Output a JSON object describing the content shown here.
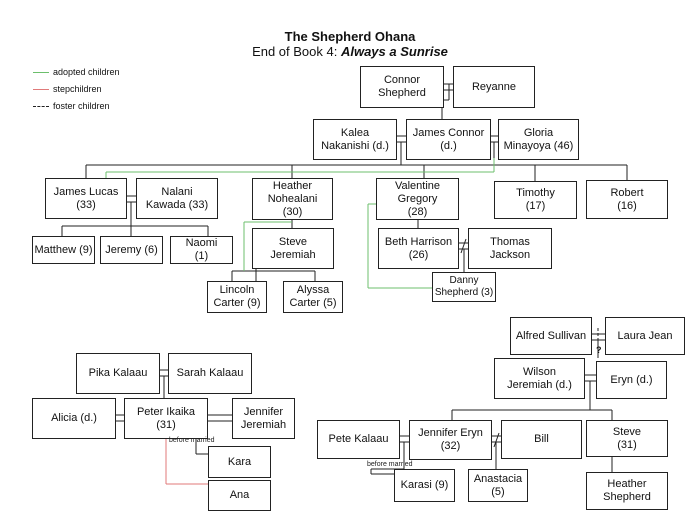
{
  "title": "The Shepherd Ohana",
  "subtitle_prefix": "End of Book 4:",
  "subtitle_book": "Always a Sunrise",
  "legend": [
    {
      "label": "adopted children",
      "color": "#6cbf6c",
      "style": "solid"
    },
    {
      "label": "stepchildren",
      "color": "#e07a7a",
      "style": "solid"
    },
    {
      "label": "foster children",
      "color": "#222222",
      "style": "dashed"
    }
  ],
  "people": {
    "connor": "Connor\nShepherd",
    "reyanne": "Reyanne",
    "kalea": "Kalea\nNakanishi (d.)",
    "james_connor": "James Connor\n(d.)",
    "gloria": "Gloria\nMinayoya (46)",
    "james_lucas": "James Lucas\n(33)",
    "nalani": "Nalani\nKawada (33)",
    "heather": "Heather\nNohealani\n(30)",
    "valentine": "Valentine\nGregory\n(28)",
    "timothy": "Timothy\n(17)",
    "robert": "Robert\n(16)",
    "matthew": "Matthew (9)",
    "jeremy": "Jeremy (6)",
    "naomi": "Naomi\n(1)",
    "steve_j": "Steve\nJeremiah",
    "beth": "Beth Harrison\n(26)",
    "thomas": "Thomas\nJackson",
    "danny": "Danny\nShepherd (3)",
    "lincoln": "Lincoln\nCarter (9)",
    "alyssa": "Alyssa\nCarter (5)",
    "alfred": "Alfred Sullivan",
    "laura": "Laura Jean",
    "wilson": "Wilson\nJeremiah (d.)",
    "eryn": "Eryn (d.)",
    "pete": "Pete Kalaau",
    "jennifer_eryn": "Jennifer Eryn\n(32)",
    "bill": "Bill",
    "steve31": "Steve\n(31)",
    "karasi": "Karasi (9)",
    "anastacia": "Anastacia\n(5)",
    "heather_s": "Heather\nShepherd",
    "pika": "Pika Kalaau",
    "sarah": "Sarah Kalaau",
    "alicia": "Alicia (d.)",
    "peter": "Peter Ikaika\n(31)",
    "jennifer_j": "Jennifer\nJeremiah",
    "kara": "Kara",
    "ana": "Ana"
  },
  "notes": {
    "before_married_left": "before married",
    "before_married_right": "before married",
    "unknown": "?"
  }
}
